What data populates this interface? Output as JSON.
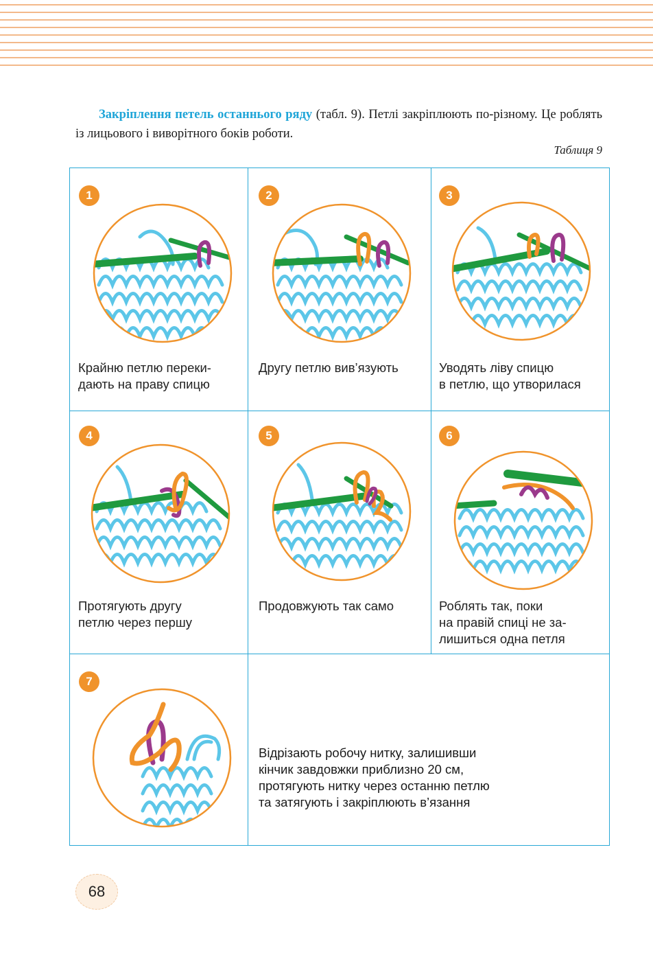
{
  "intro": {
    "highlight": "Закріплення петель останнього ряду",
    "text": " (табл. 9). Петлі закріплюють по-різному. Це роблять із лицьового і виворітного боків роботи."
  },
  "table_label": "Таблиця 9",
  "steps": [
    {
      "number": "1",
      "caption": "Крайню петлю переки-\nдають на праву спицю"
    },
    {
      "number": "2",
      "caption": "Другу петлю вив’язують"
    },
    {
      "number": "3",
      "caption": "Уводять ліву спицю\nв петлю, що утворилася"
    },
    {
      "number": "4",
      "caption": "Протягують другу\nпетлю через першу"
    },
    {
      "number": "5",
      "caption": "Продовжують так само"
    },
    {
      "number": "6",
      "caption": "Роблять так, поки\nна правій спиці не за-\nлишиться одна петля"
    },
    {
      "number": "7",
      "caption": ""
    }
  ],
  "final_text": "Відрізають робочу нитку, залишивши\nкінчик завдовжки приблизно 20 см,\nпротягують нитку через останню петлю\nта затягують і закріплюють в’язання",
  "page_number": "68",
  "colors": {
    "accent_orange": "#f0932b",
    "yarn_blue": "#5cc6e8",
    "needle_green": "#1f9a3f",
    "loop_purple": "#9b3a8c",
    "border_blue": "#29a8d6",
    "title_blue": "#1fa5d8"
  }
}
